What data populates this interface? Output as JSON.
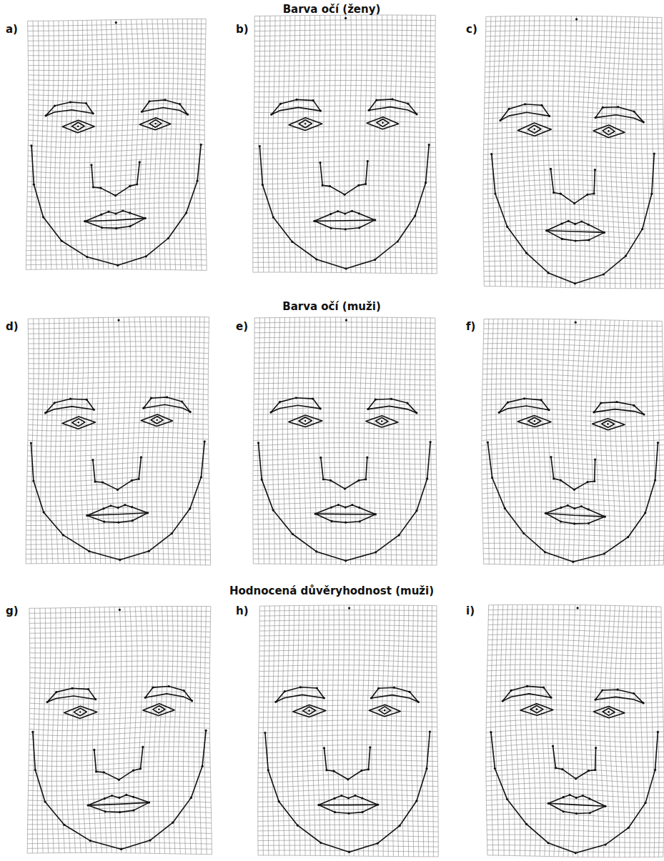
{
  "diagram": {
    "labels": [
      "Barva očí (ženy)",
      "a)",
      "b)",
      "c)",
      "Barva očí (muži)",
      "d)",
      "e)",
      "f)",
      "Hodnocená důvěryhodnost (muži)",
      "g)",
      "h)",
      "i)"
    ]
  }
}
